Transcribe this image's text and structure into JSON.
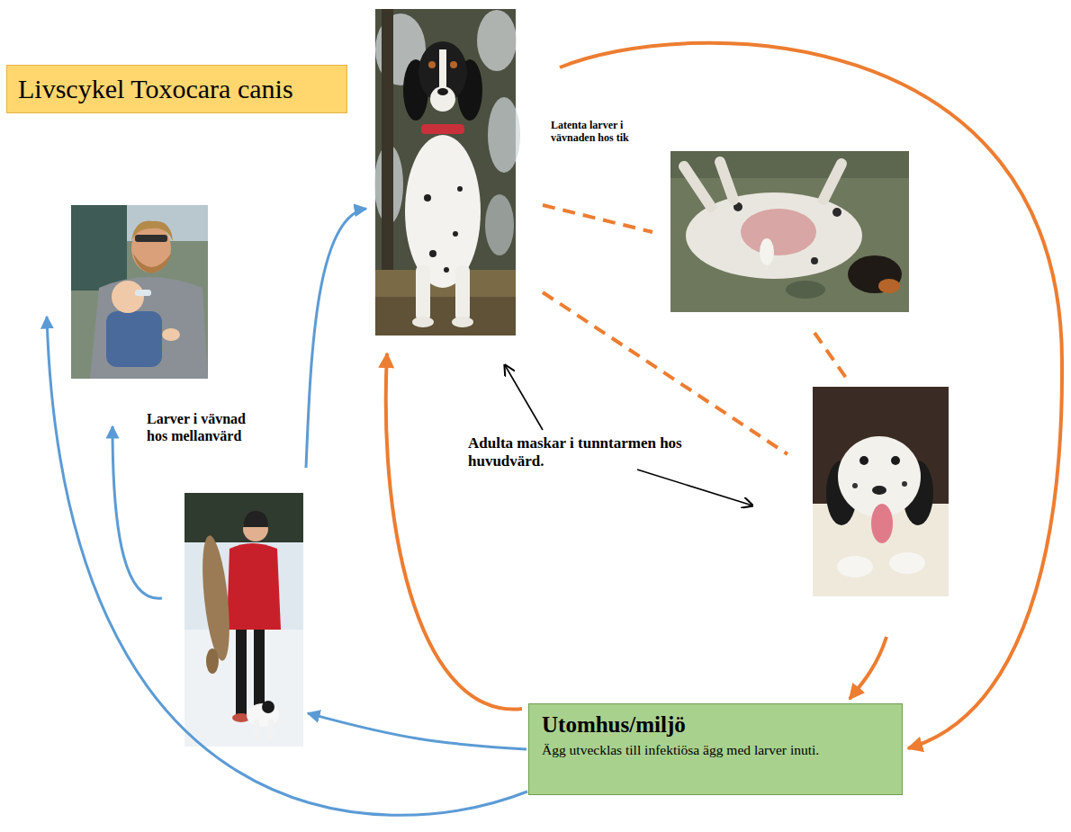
{
  "diagram": {
    "title": "Livscykel Toxocara canis",
    "nodes": [
      {
        "text": [
          "Latenta larver i vävnaden hos tik"
        ]
      },
      {
        "text": [
          "Larver i vävnad hos mellanvärd"
        ]
      },
      {
        "text": [
          "Utomhus/miljö",
          "Ägg utvecklas till infektiösa ägg med larver inuti."
        ]
      }
    ],
    "edges": [
      {
        "from": 2,
        "to": 1,
        "arrow": "to"
      }
    ],
    "labels": [
      "Adulta maskar i tunntarmen hos huvudvärd."
    ]
  }
}
